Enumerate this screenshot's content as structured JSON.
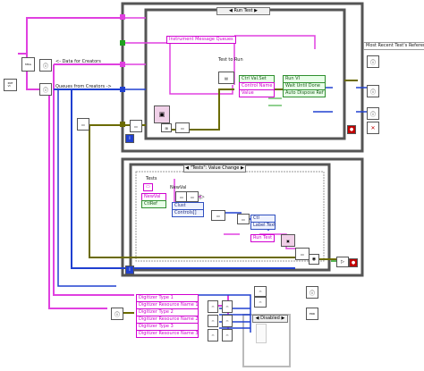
{
  "window": {
    "title": ""
  },
  "case_selector_run_test": "Run Test",
  "event_selector": "\"Tests\": Value Change",
  "case_disabled": "Disabled",
  "loop_labels": {
    "data_for_creators": "<- Data for Creators",
    "queues_from_creators": "Queues from Creators ->"
  },
  "run_test_case": {
    "instrument_message_queues": "Instrument Message Queues",
    "test_to_run": "Test to Run",
    "ctrl_val_set": "Ctrl Val.Set",
    "control_name": "Control Name",
    "value": "Value",
    "run_vi": "Run VI",
    "wait_until_done": "Wait Until Done",
    "auto_dispose_ref": "Auto Dispose Ref"
  },
  "most_recent_ref": "Most Recent Test's Reference",
  "event_case": {
    "tests": "Tests",
    "newval_top": "NewVal",
    "newval": "NewVal",
    "ctlref": "CtlRef",
    "clust": "Clust",
    "controls": "Controls[]",
    "ctl": "Ctl",
    "label_text": "Label.Text",
    "run_test": "Run Test"
  },
  "digitizers": [
    "Digitizer Type 1",
    "Digitizer Resource Name 1",
    "Digitizer Type 2",
    "Digitizer Resource Name 2",
    "Digitizer Type 3",
    "Digitizer Resource Name 3"
  ],
  "icons": {
    "info": "info-icon",
    "stop": "stop-icon",
    "error": "error-icon"
  },
  "colors": {
    "wire_pink": "#e040e0",
    "wire_blue": "#2040d0",
    "wire_olive": "#6b6b00",
    "wire_green": "#20a020",
    "structure_border": "#555555"
  }
}
